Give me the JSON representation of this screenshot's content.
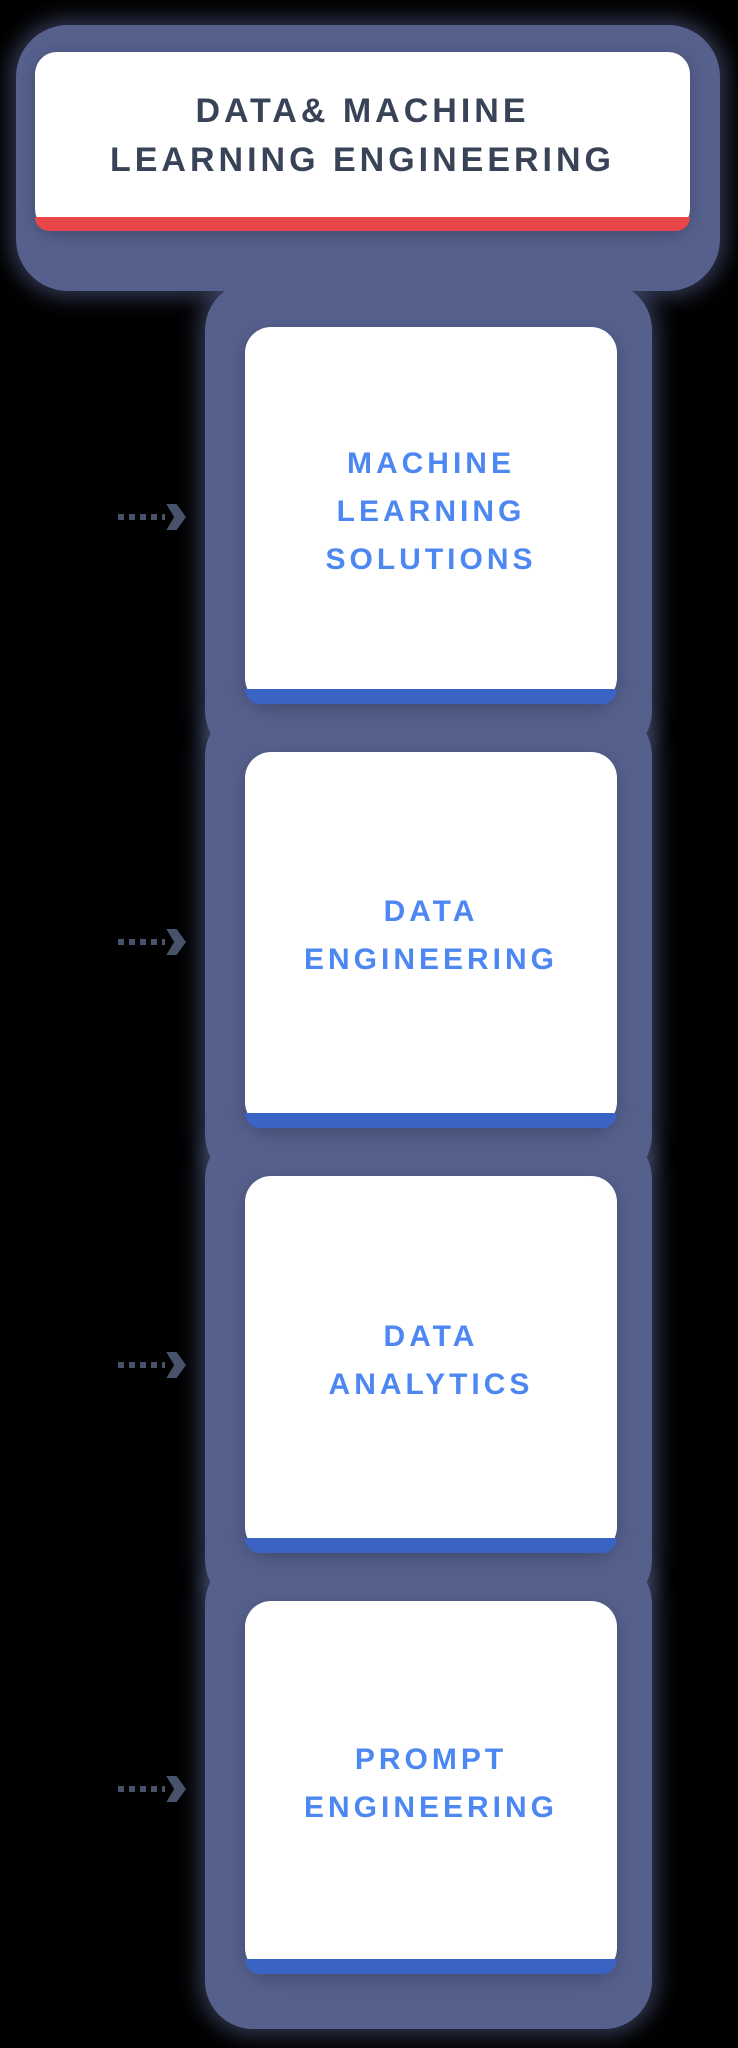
{
  "header": {
    "line1": "DATA& MACHINE",
    "line2": "LEARNING ENGINEERING"
  },
  "steps": [
    {
      "label": "MACHINE LEARNING SOLUTIONS",
      "lines": [
        "MACHINE",
        "LEARNING",
        "SOLUTIONS"
      ]
    },
    {
      "label": "DATA ENGINEERING",
      "lines": [
        "DATA",
        "ENGINEERING"
      ]
    },
    {
      "label": "DATA ANALYTICS",
      "lines": [
        "DATA",
        "ANALYTICS"
      ]
    },
    {
      "label": "PROMPT ENGINEERING",
      "lines": [
        "PROMPT",
        "ENGINEERING"
      ]
    }
  ],
  "icons": {
    "connector": "dotted-arrow-right-icon"
  },
  "colors": {
    "background": "#000000",
    "panel_blue": "#56608c",
    "card_background": "#ffffff",
    "header_text": "#394357",
    "header_accent_red": "#e94649",
    "card_text_blue": "#4d87f2",
    "card_accent_blue": "#3a63c4",
    "arrow_gray_blue": "#47536a"
  }
}
